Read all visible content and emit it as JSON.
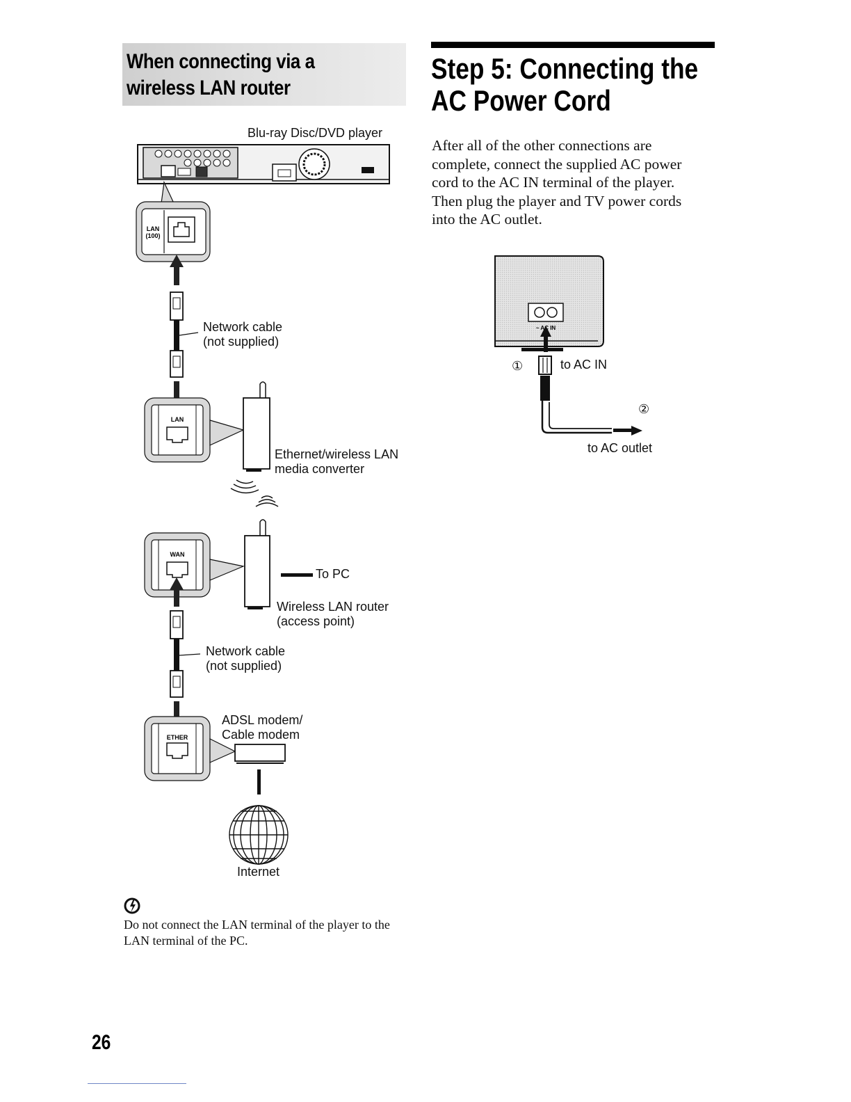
{
  "left_section": {
    "heading": "When connecting via a wireless LAN router",
    "diagram": {
      "player_label": "Blu-ray Disc/DVD player",
      "player_port_label": "LAN (100)",
      "cable1_label": "Network cable (not supplied)",
      "converter_port_label": "LAN",
      "converter_label": "Ethernet/wireless LAN media converter",
      "router_port_label": "WAN",
      "to_pc_label": "To PC",
      "router_label": "Wireless LAN router (access point)",
      "cable2_label": "Network cable (not supplied)",
      "modem_port_label": "ETHER",
      "modem_label": "ADSL modem/ Cable modem",
      "internet_label": "Internet"
    },
    "note": {
      "icon": "caution-icon",
      "text": "Do not connect the LAN terminal of the player to the LAN terminal of the PC."
    }
  },
  "right_section": {
    "title": "Step 5: Connecting the AC Power Cord",
    "body": "After all of the other connections are complete, connect the supplied AC power cord to the AC IN terminal of the player. Then plug the player and TV power cords into the AC outlet.",
    "diagram": {
      "terminal_label": "~ AC IN",
      "step1_marker": "①",
      "step1_label": "to AC IN",
      "step2_marker": "②",
      "step2_label": "to AC outlet"
    }
  },
  "page_number": "26"
}
